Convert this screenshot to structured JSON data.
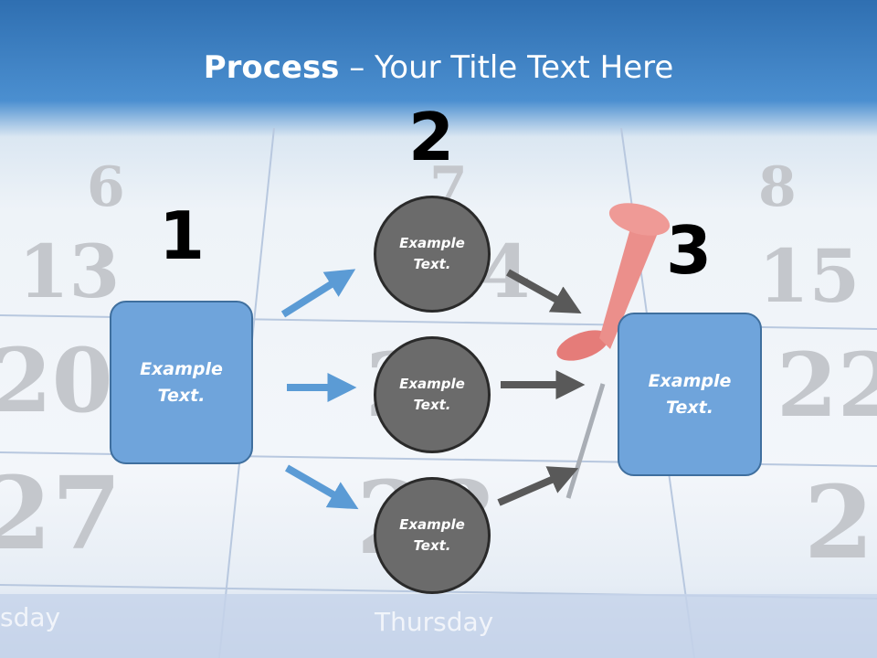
{
  "title": {
    "bold": "Process",
    "rest": " – Your Title Text Here"
  },
  "steps": [
    {
      "number": "1",
      "text": "Example\nText."
    },
    {
      "number": "2",
      "items": [
        "Example\nText.",
        "Example\nText.",
        "Example\nText."
      ]
    },
    {
      "number": "3",
      "text": "Example\nText."
    }
  ],
  "background": {
    "calendar_numbers": [
      "6",
      "7",
      "8",
      "13",
      "14",
      "15",
      "20",
      "21",
      "22",
      "27",
      "28",
      "2"
    ],
    "weekday_labels": [
      "sday",
      "Thursday"
    ]
  },
  "colors": {
    "header_blue": "#2f6fb1",
    "box_fill": "#6fa4db",
    "circle_fill": "#6b6b6b",
    "arrow_blue": "#5b9bd5",
    "arrow_gray": "#595959",
    "pin_red": "#e8827e"
  }
}
